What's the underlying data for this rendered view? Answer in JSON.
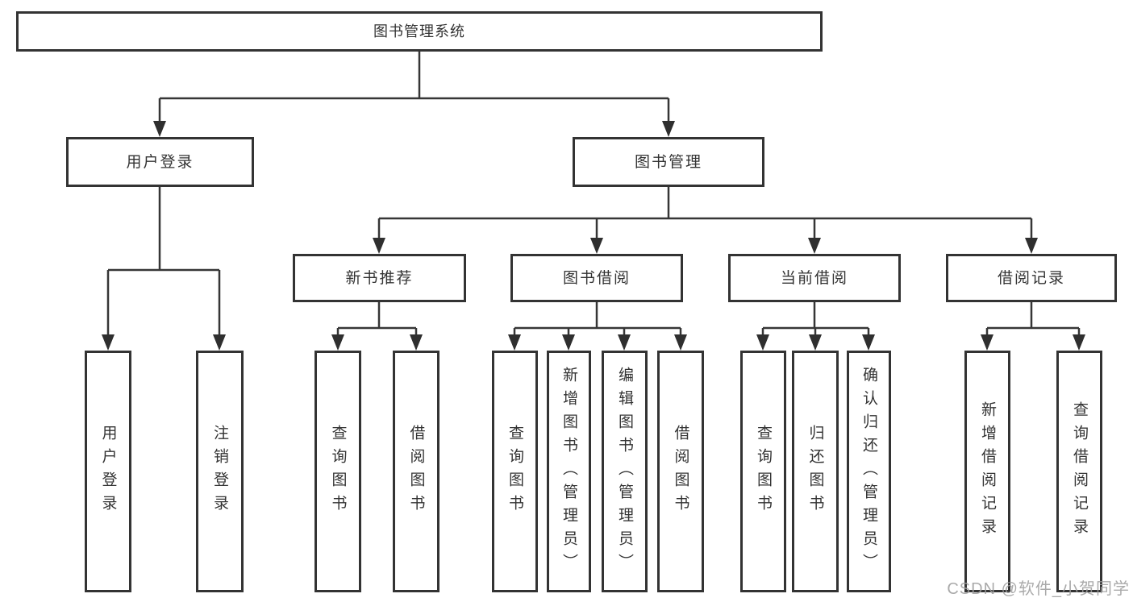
{
  "diagram_type": "hierarchy-tree",
  "tree": {
    "label": "图书管理系统",
    "children": [
      {
        "label": "用户登录",
        "children": [
          {
            "label": "用户登录"
          },
          {
            "label": "注销登录"
          }
        ]
      },
      {
        "label": "图书管理",
        "children": [
          {
            "label": "新书推荐",
            "children": [
              {
                "label": "查询图书"
              },
              {
                "label": "借阅图书"
              }
            ]
          },
          {
            "label": "图书借阅",
            "children": [
              {
                "label": "查询图书"
              },
              {
                "label": "新增图书（管理员）"
              },
              {
                "label": "编辑图书（管理员）"
              },
              {
                "label": "借阅图书"
              }
            ]
          },
          {
            "label": "当前借阅",
            "children": [
              {
                "label": "查询图书"
              },
              {
                "label": "归还图书"
              },
              {
                "label": "确认归还（管理员）"
              }
            ]
          },
          {
            "label": "借阅记录",
            "children": [
              {
                "label": "新增借阅记录"
              },
              {
                "label": "查询借阅记录"
              }
            ]
          }
        ]
      }
    ]
  },
  "watermark": {
    "text": "CSDN @软件_小贺同学"
  },
  "colors": {
    "background": "#ffffff",
    "box_border": "#333333",
    "text": "#333333",
    "line": "#363636",
    "arrow": "#2f2f2f",
    "watermark": "#9e9e9e"
  }
}
